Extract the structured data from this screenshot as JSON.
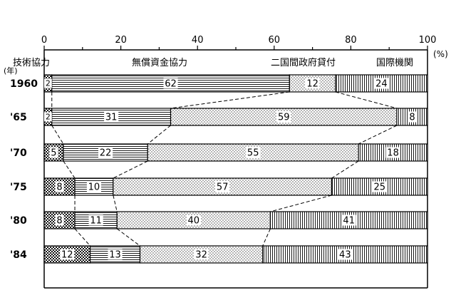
{
  "chart_data": {
    "type": "bar",
    "stacked": true,
    "orientation": "horizontal",
    "percent_unit": "(%)",
    "year_unit": "(年)",
    "categories": [
      "1960",
      "'65",
      "'70",
      "'75",
      "'80",
      "'84"
    ],
    "xlim": [
      0,
      100
    ],
    "x_ticks": [
      "0",
      "20",
      "40",
      "60",
      "80",
      "100"
    ],
    "series": [
      {
        "name": "技術協力",
        "pattern": "dots-dense",
        "values": [
          2,
          2,
          5,
          8,
          8,
          12
        ]
      },
      {
        "name": "無償資金協力",
        "pattern": "horizontal-lines",
        "values": [
          62,
          31,
          22,
          10,
          11,
          13
        ]
      },
      {
        "name": "二国間政府貸付",
        "pattern": "dots-light",
        "values": [
          12,
          59,
          55,
          57,
          40,
          32
        ]
      },
      {
        "name": "国際機関",
        "pattern": "vertical-lines",
        "values": [
          24,
          8,
          18,
          25,
          41,
          43
        ]
      }
    ],
    "grid": false,
    "connector_lines": "dashed",
    "legend": "top, above bars"
  }
}
